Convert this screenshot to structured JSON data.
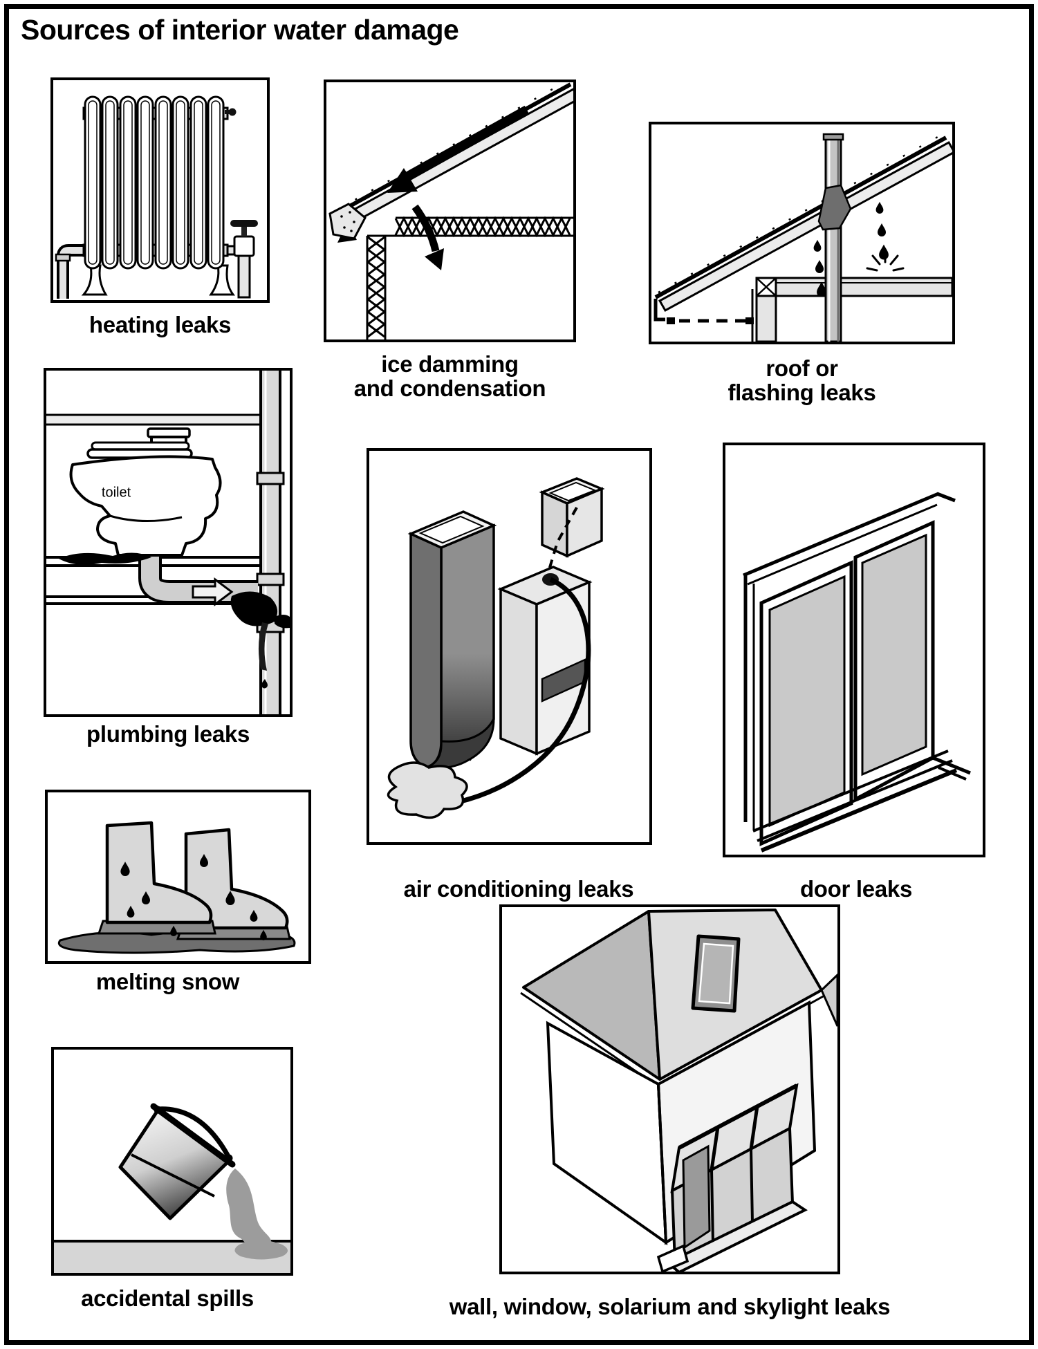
{
  "page": {
    "title": "Sources of interior water damage"
  },
  "panels": {
    "heating": {
      "label": "heating leaks"
    },
    "ice_damming": {
      "label": "ice damming\nand condensation"
    },
    "roof_flashing": {
      "label": "roof or\nflashing leaks"
    },
    "plumbing": {
      "label": "plumbing leaks",
      "annotation": "toilet"
    },
    "air_conditioning": {
      "label": "air conditioning leaks"
    },
    "door": {
      "label": "door leaks"
    },
    "melting_snow": {
      "label": "melting snow"
    },
    "accidental_spills": {
      "label": "accidental spills"
    },
    "house": {
      "label": "wall, window, solarium and skylight leaks"
    }
  },
  "colors": {
    "ink": "#000000",
    "paper": "#ffffff",
    "gray_light": "#e8e8e8",
    "gray_mid": "#bdbdbd",
    "gray_dark": "#6f6f6f"
  }
}
